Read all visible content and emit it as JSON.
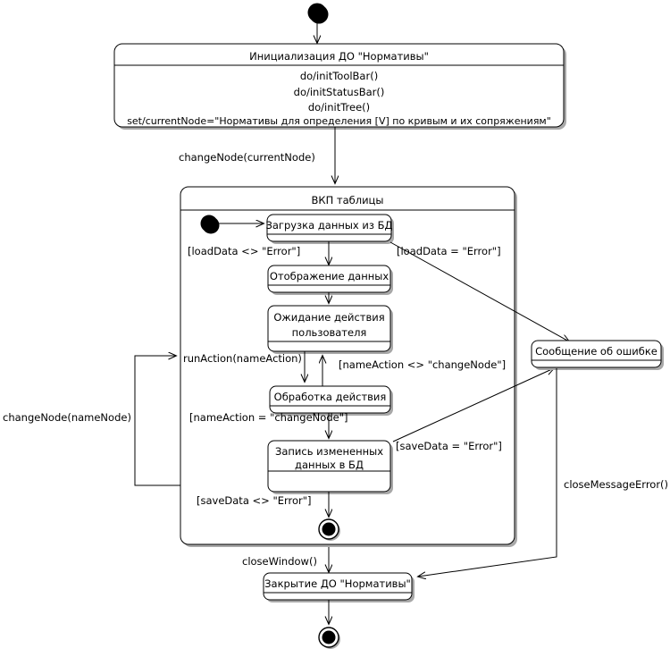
{
  "diagram": {
    "type": "uml-state-machine",
    "title": "",
    "language": "ru",
    "colors": {
      "background": "#ffffff",
      "stroke": "#000000",
      "shadow": "#a8a8a8",
      "fill": "#ffffff"
    }
  },
  "states": {
    "init": {
      "name": "Инициализация ДО \"Нормативы\"",
      "actions": [
        "do/initToolBar()",
        "do/initStatusBar()",
        "do/initTree()",
        "set/currentNode=\"Нормативы для определения [V] по кривым и их сопряжениям\""
      ]
    },
    "composite": {
      "name": "ВКП таблицы"
    },
    "load": {
      "name": "Загрузка данных из БД"
    },
    "display": {
      "name": "Отображение данных"
    },
    "wait": {
      "name_line1": "Ожидание действия",
      "name_line2": "пользователя"
    },
    "process": {
      "name": "Обработка действия"
    },
    "save": {
      "name_line1": "Запись измененных",
      "name_line2": "данных в БД"
    },
    "error": {
      "name": "Сообщение об ошибке"
    },
    "close": {
      "name": "Закрытие ДО \"Нормативы\""
    }
  },
  "pseudostates": {
    "initial_top": "start-node",
    "initial_inner": "start-node",
    "final_inner": "end-node",
    "final_bottom": "end-node"
  },
  "transitions": [
    {
      "id": "t1",
      "from": "initial_top",
      "to": "init",
      "label": ""
    },
    {
      "id": "t2",
      "from": "init",
      "to": "composite",
      "label": "changeNode(currentNode)"
    },
    {
      "id": "t3",
      "from": "initial_inner",
      "to": "load",
      "label": ""
    },
    {
      "id": "t4",
      "from": "load",
      "to": "display",
      "label": "[loadData <> \"Error\"]"
    },
    {
      "id": "t5",
      "from": "load",
      "to": "error",
      "label": "[loadData = \"Error\"]"
    },
    {
      "id": "t6",
      "from": "display",
      "to": "wait",
      "label": ""
    },
    {
      "id": "t7",
      "from": "wait",
      "to": "process",
      "label": "runAction(nameAction)"
    },
    {
      "id": "t8",
      "from": "process",
      "to": "wait",
      "label": "[nameAction <> \"changeNode\"]"
    },
    {
      "id": "t9",
      "from": "process",
      "to": "save",
      "label": "[nameAction = \"changeNode\"]"
    },
    {
      "id": "t10",
      "from": "save",
      "to": "error",
      "label": "[saveData = \"Error\"]"
    },
    {
      "id": "t11",
      "from": "save",
      "to": "final_inner",
      "label": "[saveData <> \"Error\"]"
    },
    {
      "id": "t12",
      "from": "save",
      "to": "wait",
      "label": "changeNode(nameNode)"
    },
    {
      "id": "t13",
      "from": "final_inner",
      "to": "close",
      "label": "closeWindow()"
    },
    {
      "id": "t14",
      "from": "error",
      "to": "close",
      "label": "closeMessageError()"
    },
    {
      "id": "t15",
      "from": "close",
      "to": "final_bottom",
      "label": ""
    }
  ]
}
